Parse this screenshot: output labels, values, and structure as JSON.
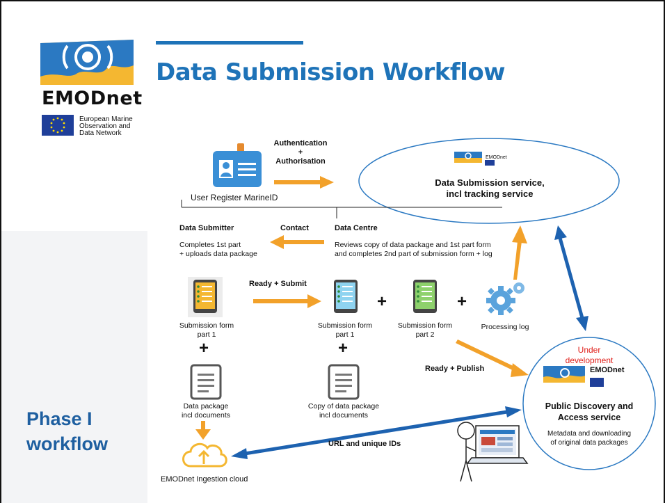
{
  "slide": {
    "title": "Data Submission Workflow",
    "logo": {
      "word": "EMODnet",
      "subtitle": "European Marine\nObservation and\nData Network"
    },
    "phase_label": "Phase I\nworkflow"
  },
  "diagram": {
    "auth_label": "Authentication\n+\nAuthorisation",
    "user_register": "User Register MarineID",
    "submission_service": "Data Submission service,\nincl tracking service",
    "mini_logo_word": "EMODnet",
    "data_submitter": "Data Submitter",
    "contact": "Contact",
    "data_centre": "Data Centre",
    "submitter_task": "Completes 1st part\n+ uploads data package",
    "centre_task": "Reviews copy of data package and 1st part form\nand completes 2nd part of submission form + log",
    "ready_submit": "Ready + Submit",
    "form_part1": "Submission form\npart 1",
    "form_part1_copy": "Submission form\npart 1",
    "form_part2": "Submission form\npart 2",
    "processing_log": "Processing log",
    "plus": "+",
    "data_package": "Data package\nincl documents",
    "copy_data_package": "Copy of data package\nincl documents",
    "ready_publish": "Ready + Publish",
    "under_development": "Under\ndevelopment",
    "public_service": "Public Discovery and\nAccess service",
    "public_service_desc": "Metadata and downloading\nof original data packages",
    "url_ids": "URL and unique IDs",
    "ingestion_cloud": "EMODnet Ingestion cloud"
  },
  "colors": {
    "brand_blue": "#1e73b8",
    "phase_blue": "#1e5fa0",
    "arrow_orange": "#f2a12a",
    "arrow_blue": "#1d62b0",
    "under_dev_red": "#e0201b",
    "flag_blue": "#1f3f99"
  }
}
